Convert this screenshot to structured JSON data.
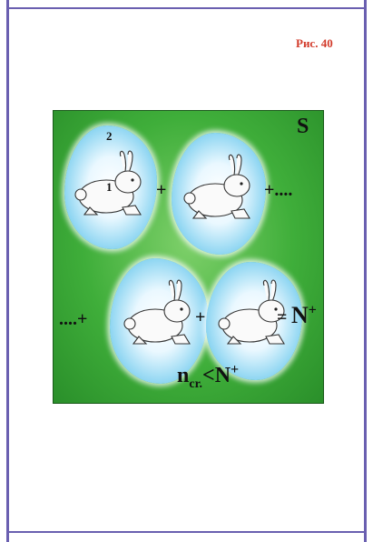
{
  "figure_label": "Рис. 40",
  "panel": {
    "corner_label": "S",
    "label_1": "1",
    "label_2": "2",
    "op_plus": "+",
    "continuation_right": "+....",
    "continuation_left": "....+",
    "equals": "=",
    "n_symbol": "N",
    "superscript_plus": "+",
    "formula_n": "n",
    "formula_sub": "cr.",
    "formula_lt": "<",
    "formula_N": "N",
    "formula_sup": "+"
  },
  "colors": {
    "background_green": "#3fae3a",
    "blob_blue": "#45b3e0",
    "label_red": "#d23a2a",
    "border_purple": "#6a5fb0"
  },
  "icons": [
    "rabbit-icon"
  ]
}
